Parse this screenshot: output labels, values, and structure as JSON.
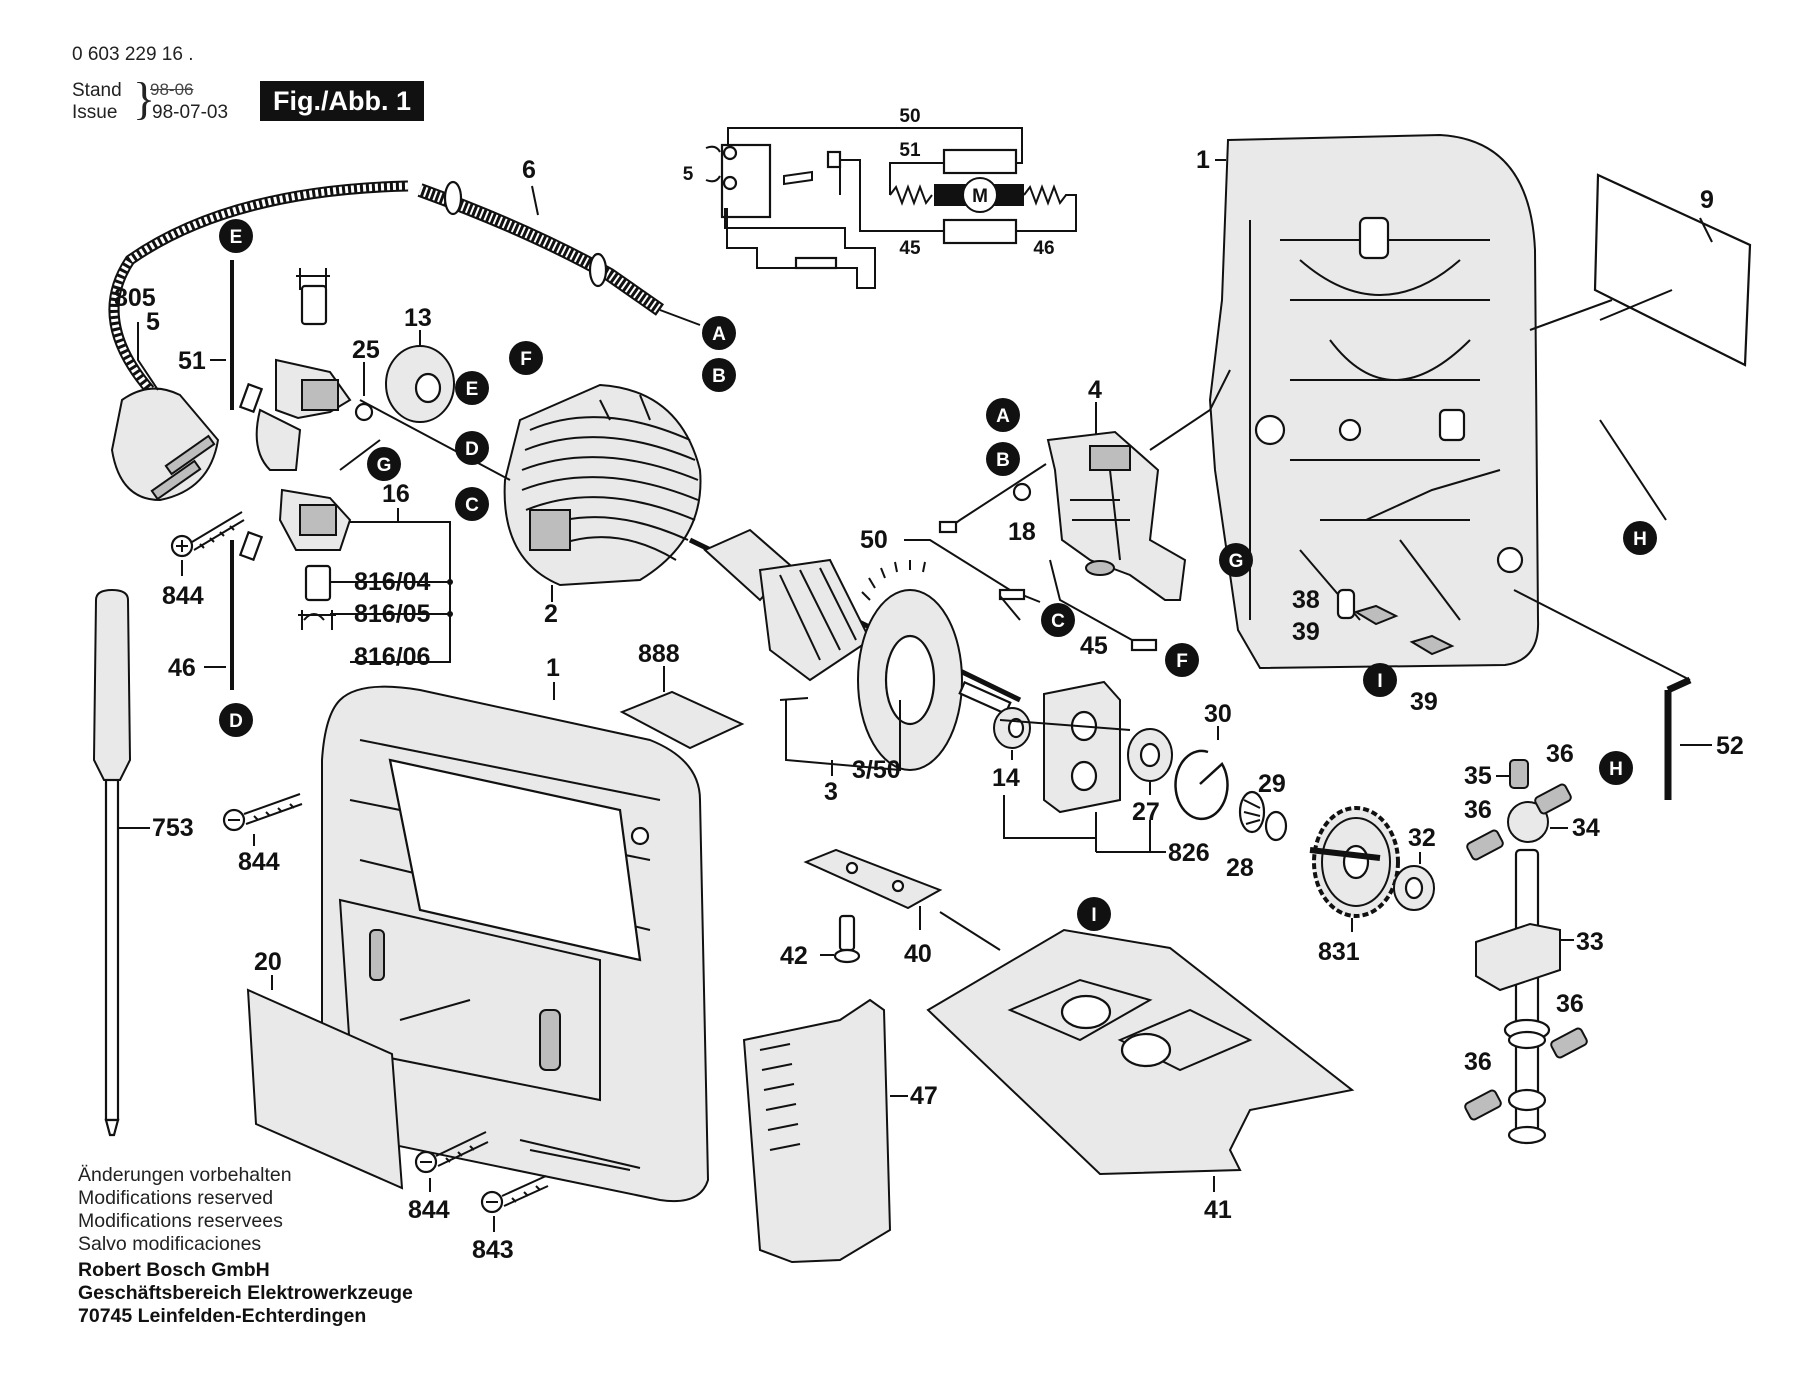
{
  "header": {
    "document_number": "0 603 229 16 .",
    "stand_label": "Stand",
    "issue_label": "Issue",
    "old_date": "98-06",
    "issue_date": "98-07-03",
    "figure_label": "Fig./Abb. 1"
  },
  "footer": {
    "notices": [
      "Änderungen vorbehalten",
      "Modifications reserved",
      "Modifications reservees",
      "Salvo modificaciones"
    ],
    "company": [
      "Robert Bosch GmbH",
      "Geschäftsbereich Elektrowerkzeuge",
      "70745 Leinfelden-Echterdingen"
    ]
  },
  "wiring": {
    "labels": [
      "50",
      "51",
      "5",
      "45",
      "46"
    ],
    "motor_symbol": "M"
  },
  "connectors": [
    "A",
    "B",
    "C",
    "D",
    "E",
    "F",
    "G",
    "H",
    "I"
  ],
  "parts": {
    "housing_right": "1",
    "housing_left": "1",
    "cable": "6",
    "power_cord": "805",
    "cord_sub": "5",
    "tag": "9",
    "switch": "4",
    "brush_holder_assy": "16",
    "brush_1": "816/04",
    "brush_2": "816/05",
    "brush_3": "816/06",
    "screw_844_a": "844",
    "screw_844_b": "844",
    "screw_844_c": "844",
    "screw_843": "843",
    "lead_51": "51",
    "lead_46": "46",
    "lead_50": "50",
    "lead_45": "45",
    "ring_25": "25",
    "bearing_13": "13",
    "field_2": "2",
    "screw_18": "18",
    "armature_3": "3",
    "armature_fan": "3/50",
    "screwdriver": "753",
    "label_888": "888",
    "cover_20": "20",
    "bushing_14": "14",
    "bearing_plate_826": "826",
    "bearing_27": "27",
    "clip_30": "30",
    "washer_29": "29",
    "needle_28": "28",
    "gear_831": "831",
    "bushing_32": "32",
    "plate_40": "40",
    "screw_42": "42",
    "guard_47": "47",
    "base_plate_41": "41",
    "stud_38": "38",
    "nut_39_a": "39",
    "nut_39_b": "39",
    "hex_key_52": "52",
    "roller_35": "35",
    "roller_36_a": "36",
    "roller_36_b": "36",
    "roller_36_c": "36",
    "roller_36_d": "36",
    "ball_34": "34",
    "plunger_33": "33"
  },
  "colors": {
    "ink": "#111111",
    "paper": "#ffffff",
    "badge": "#111111"
  }
}
